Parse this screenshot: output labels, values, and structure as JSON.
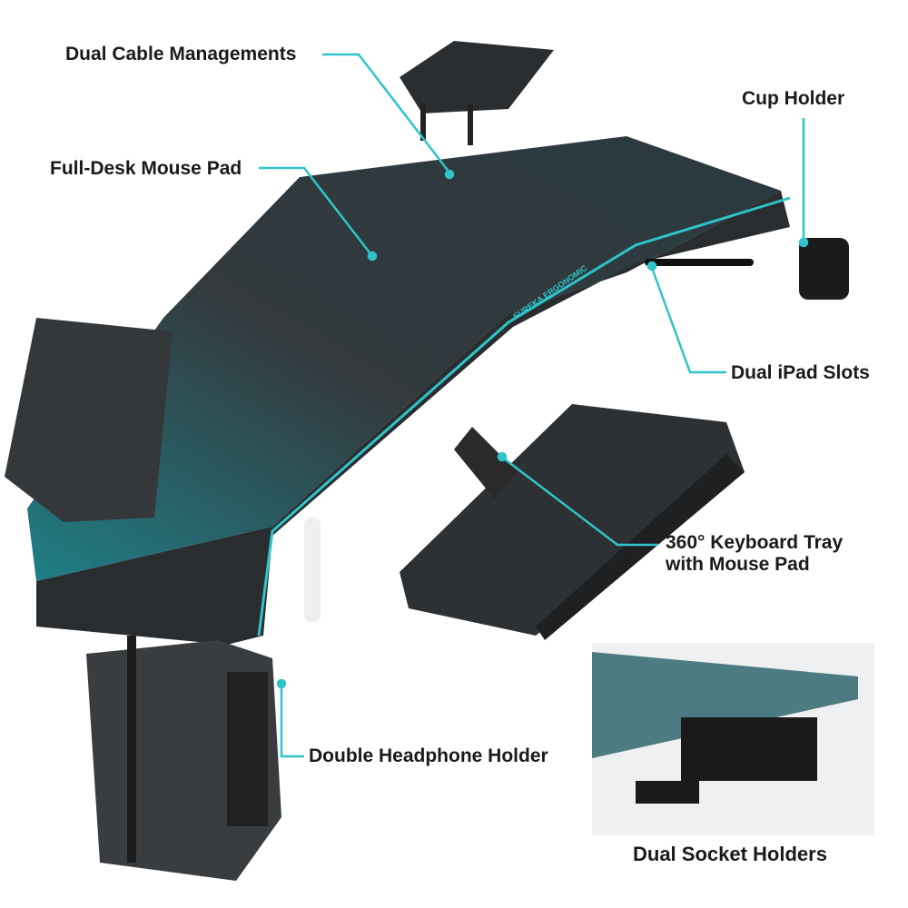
{
  "labels": {
    "cable": "Dual Cable Managements",
    "cup": "Cup Holder",
    "mousepad": "Full-Desk Mouse Pad",
    "ipad": "Dual iPad Slots",
    "keyboard_line1": "360° Keyboard Tray",
    "keyboard_line2": "with Mouse Pad",
    "headphone": "Double Headphone Holder",
    "socket": "Dual Socket Holders"
  },
  "brand": "EUREKA ERGONOMIC",
  "colors": {
    "accent": "#2ec4c9",
    "desk": "#2d3236",
    "glow": "#1f7f86"
  }
}
